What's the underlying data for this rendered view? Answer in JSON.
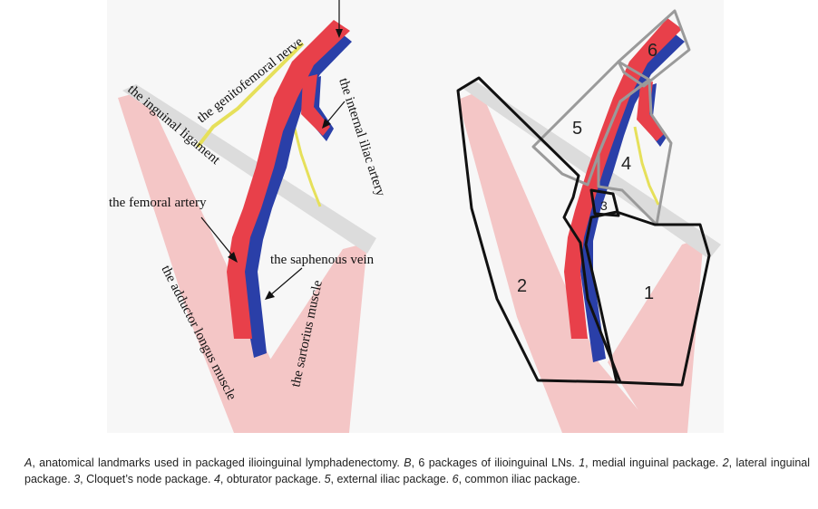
{
  "panel_a": {
    "labels": {
      "genitofemoral": "the genitofemoral nerve",
      "inguinal": "the inguinal ligament",
      "internal_iliac": "the internal iliac artery",
      "femoral_artery": "the femoral artery",
      "saphenous": "the saphenous vein",
      "adductor": "the adductor longus muscle",
      "sartorius": "the sartorius muscle"
    }
  },
  "panel_b": {
    "package_numbers": [
      "1",
      "2",
      "3",
      "4",
      "5",
      "6"
    ]
  },
  "colors": {
    "artery": "#e8404a",
    "vein": "#2a3fa8",
    "nerve": "#e6e05a",
    "muscle": "#f4c6c6",
    "ligament": "#dcdcdc",
    "outline_black": "#111111",
    "outline_gray": "#9a9a9a"
  },
  "caption": {
    "seg1_italic": "A",
    "seg2": ", anatomical landmarks used in packaged ilioinguinal lymphadenectomy. ",
    "seg3_italic": "B",
    "seg4": ", 6 packages of ilioinguinal LNs. ",
    "seg5_italic": "1",
    "seg6": ", medial inguinal package. ",
    "seg7_italic": "2",
    "seg8": ", lateral inguinal package. ",
    "seg9_italic": "3",
    "seg10": ", Cloquet’s node package. ",
    "seg11_italic": "4",
    "seg12": ", obturator package. ",
    "seg13_italic": "5",
    "seg14": ", external iliac package. ",
    "seg15_italic": "6",
    "seg16": ", common iliac package."
  }
}
